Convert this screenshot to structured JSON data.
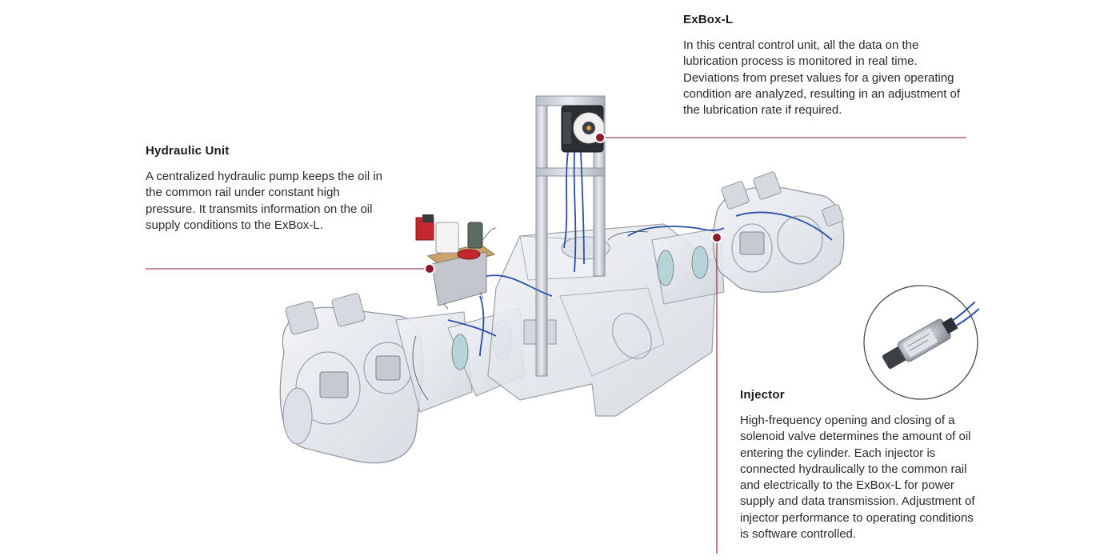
{
  "callouts": {
    "hydraulic_unit": {
      "title": "Hydraulic Unit",
      "body": "A centralized hydraulic pump keeps the oil in the common rail under constant high pressure. It transmits information on the oil supply conditions to the ExBox-L."
    },
    "exbox_l": {
      "title": "ExBox-L",
      "body": "In this central control unit, all the data on the lubrication process is monitored in real time. Deviations from preset values for a given operating condition are analyzed, resulting in an adjustment of the lubrication rate if required."
    },
    "injector": {
      "title": "Injector",
      "body": "High-frequency opening and closing of a solenoid valve determines the amount of oil entering the cylinder. Each injector is connected hydraulically to the common rail and electrically to the ExBox-L for power supply and data transmission. Adjustment of injector performance to operating conditions is software controlled."
    }
  },
  "colors": {
    "leader_line": "#8b1a2b",
    "marker": "#8b1a2b",
    "cable": "#2a4fa8",
    "housing_stroke": "#9aa0a8",
    "housing_fill": "#e6e9ee"
  }
}
